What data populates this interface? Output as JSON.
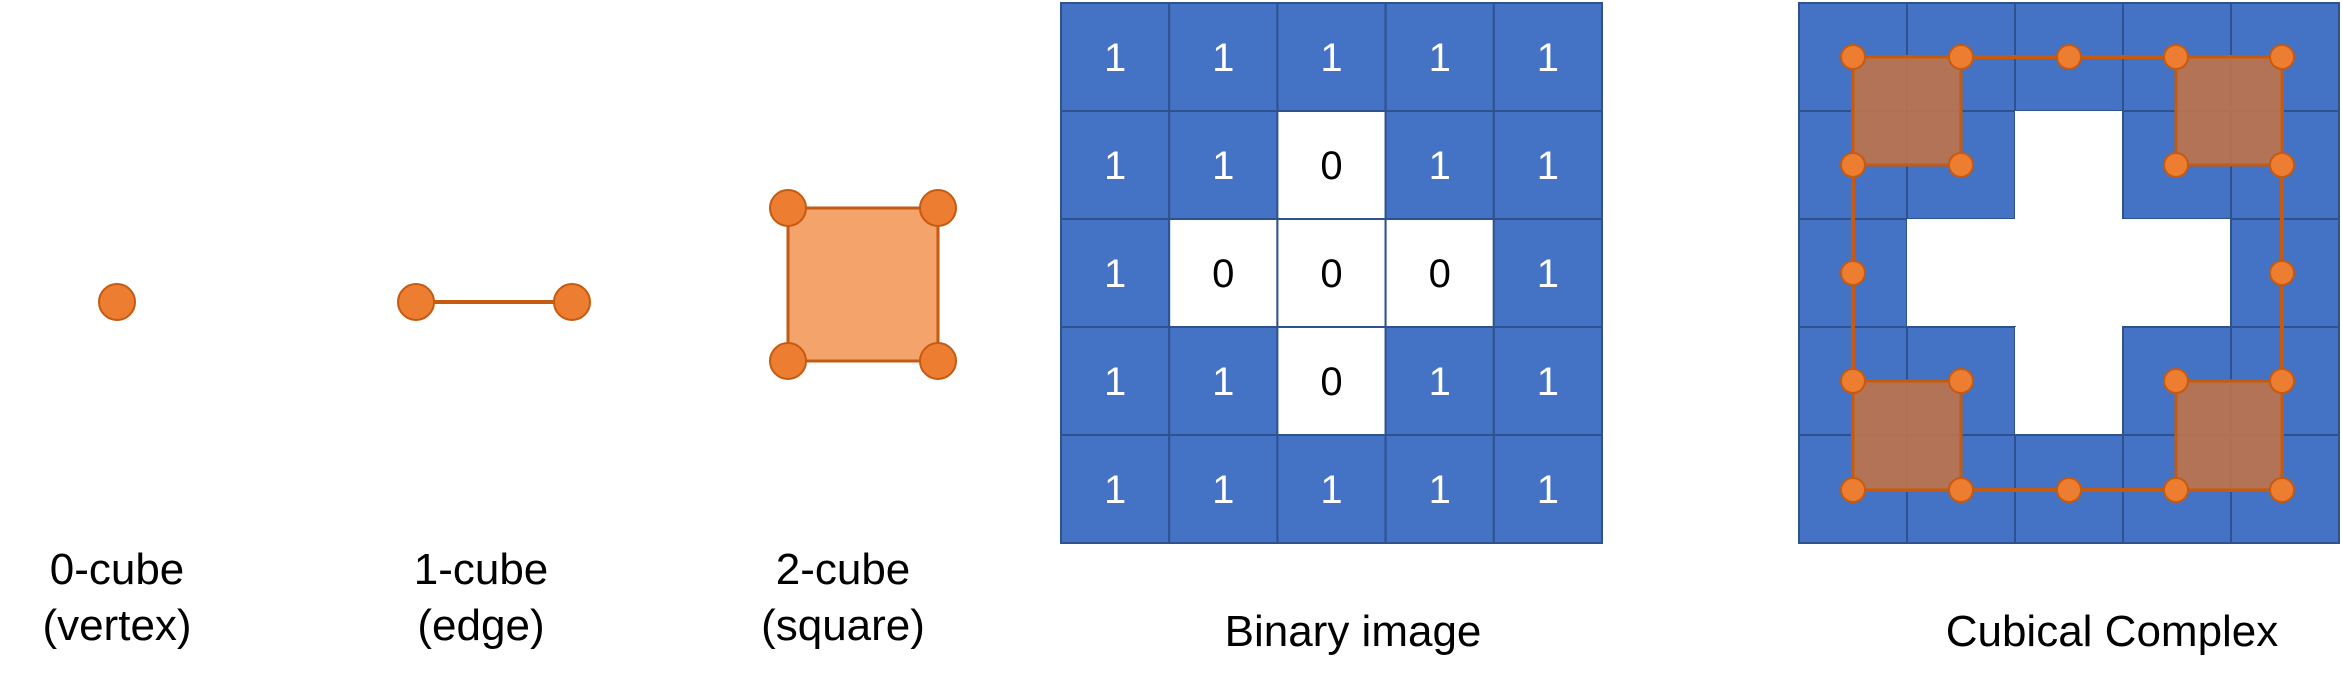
{
  "captions": {
    "zero_cube": [
      "0-cube",
      "(vertex)"
    ],
    "one_cube": [
      "1-cube",
      "(edge)"
    ],
    "two_cube": [
      "2-cube",
      "(square)"
    ],
    "binary_image": "Binary image",
    "cubical_complex": "Cubical Complex"
  },
  "binary_grid": [
    [
      "1",
      "1",
      "1",
      "1",
      "1"
    ],
    [
      "1",
      "1",
      "0",
      "1",
      "1"
    ],
    [
      "1",
      "0",
      "0",
      "0",
      "1"
    ],
    [
      "1",
      "1",
      "0",
      "1",
      "1"
    ],
    [
      "1",
      "1",
      "1",
      "1",
      "1"
    ]
  ],
  "colors": {
    "pixel_one": "#4472c4",
    "pixel_zero": "#ffffff",
    "grid_line": "#2f528f",
    "vertex_fill": "#ed7d31",
    "vertex_stroke": "#c55a11",
    "square_fill": "#f4a46a",
    "complex_square_fill": "#c0734a",
    "text_on_blue": "#ffffff",
    "text_on_white": "#000000"
  }
}
